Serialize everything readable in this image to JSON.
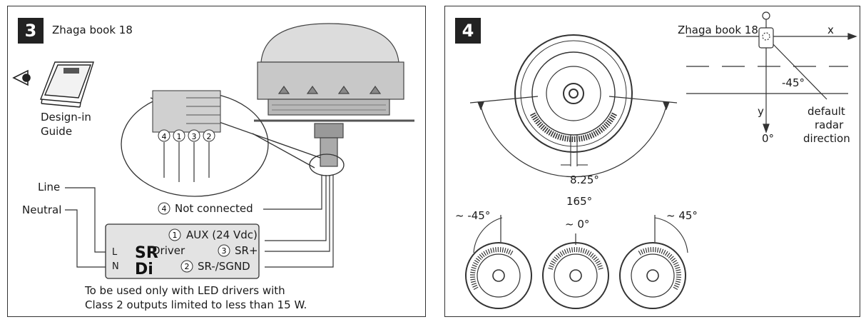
{
  "panel3": {
    "step_number": "3",
    "standard_label": "Zhaga book 18",
    "design_in_guide": [
      "Design-in",
      "Guide"
    ],
    "wire_labels": {
      "line": "Line",
      "neutral": "Neutral"
    },
    "callouts": [
      {
        "marker": "4",
        "text": "Not connected"
      },
      {
        "marker": "1",
        "text": "AUX (24 Vdc)"
      },
      {
        "marker": "3",
        "text": "SR+"
      },
      {
        "marker": "2",
        "text": "SR-/SGND"
      }
    ],
    "connector_pins": [
      "4",
      "1",
      "3",
      "2"
    ],
    "driver": {
      "label": "Driver",
      "terminal_l": "L",
      "terminal_n": "N"
    },
    "note": [
      "To be used only with LED drivers with",
      "Class 2 outputs limited to less than 15 W."
    ]
  },
  "panel4": {
    "step_number": "4",
    "standard_label": "Zhaga book 18",
    "axis_x": "x",
    "axis_y": "y",
    "angle_neg45": "-45°",
    "angle_zero": "0°",
    "radar_direction": [
      "default",
      "radar",
      "direction"
    ],
    "slot_angle": "8.25°",
    "coverage_angle": "165°",
    "rotation_options": [
      "~ -45°",
      "~ 0°",
      "~ 45°"
    ]
  }
}
